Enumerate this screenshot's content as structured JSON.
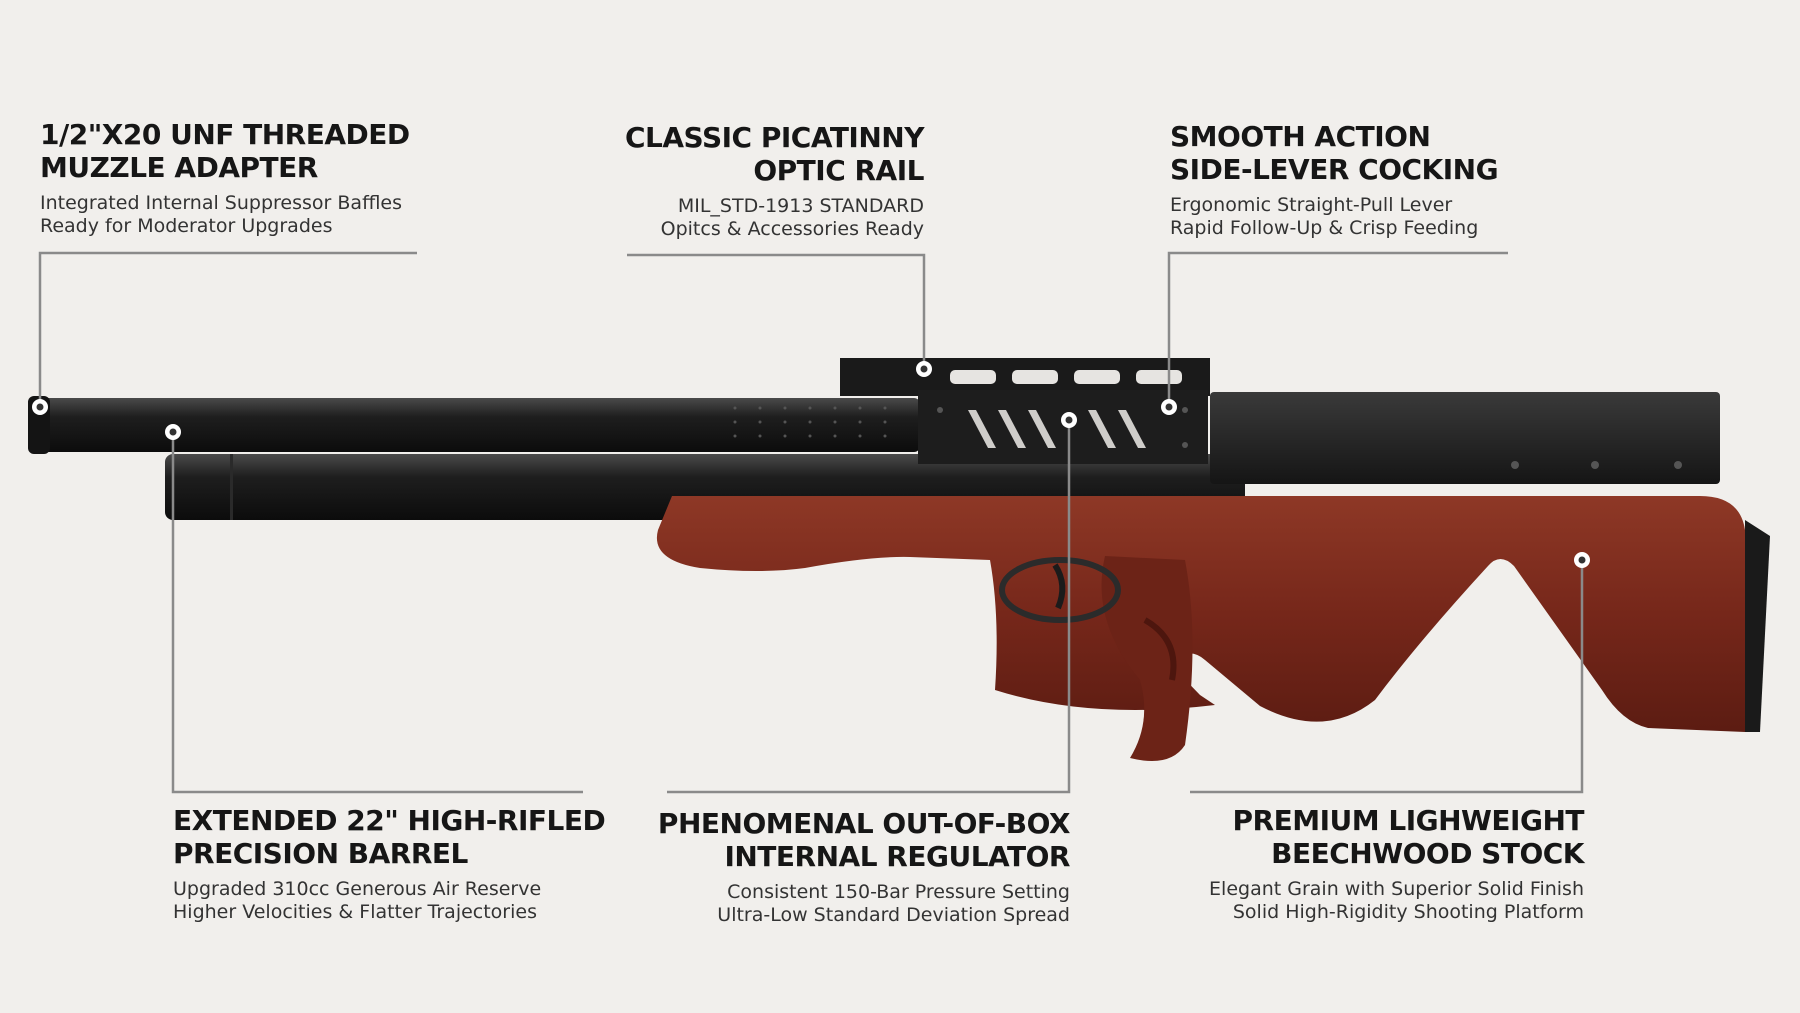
{
  "callouts": {
    "muzzle": {
      "title": [
        "1/2\"X20 UNF THREADED",
        "MUZZLE ADAPTER"
      ],
      "sub": [
        "Integrated Internal Suppressor Baffles",
        "Ready for Moderator Upgrades"
      ]
    },
    "rail": {
      "title": [
        "CLASSIC PICATINNY",
        "OPTIC RAIL"
      ],
      "sub": [
        "MIL_STD-1913 STANDARD",
        "Opitcs & Accessories Ready"
      ]
    },
    "cocking": {
      "title": [
        "SMOOTH ACTION",
        "SIDE-LEVER COCKING"
      ],
      "sub": [
        "Ergonomic Straight-Pull Lever",
        "Rapid Follow-Up & Crisp Feeding"
      ]
    },
    "barrel": {
      "title": [
        "EXTENDED 22\" HIGH-RIFLED",
        "PRECISION BARREL"
      ],
      "sub": [
        "Upgraded 310cc Generous Air Reserve",
        "Higher Velocities & Flatter Trajectories"
      ]
    },
    "regulator": {
      "title": [
        "PHENOMENAL OUT-OF-BOX",
        "INTERNAL REGULATOR"
      ],
      "sub": [
        "Consistent 150-Bar Pressure Setting",
        "Ultra-Low Standard Deviation Spread"
      ]
    },
    "stock": {
      "title": [
        "PREMIUM LIGHWEIGHT",
        "BEECHWOOD STOCK"
      ],
      "sub": [
        "Elegant Grain with Superior Solid Finish",
        "Solid High-Rigidity Shooting Platform"
      ]
    }
  },
  "colors": {
    "background": "#f1efec",
    "leader": "#8a8a8a",
    "metal": "#1c1c1c",
    "wood": "#7a2a1c",
    "text": "#161616"
  }
}
